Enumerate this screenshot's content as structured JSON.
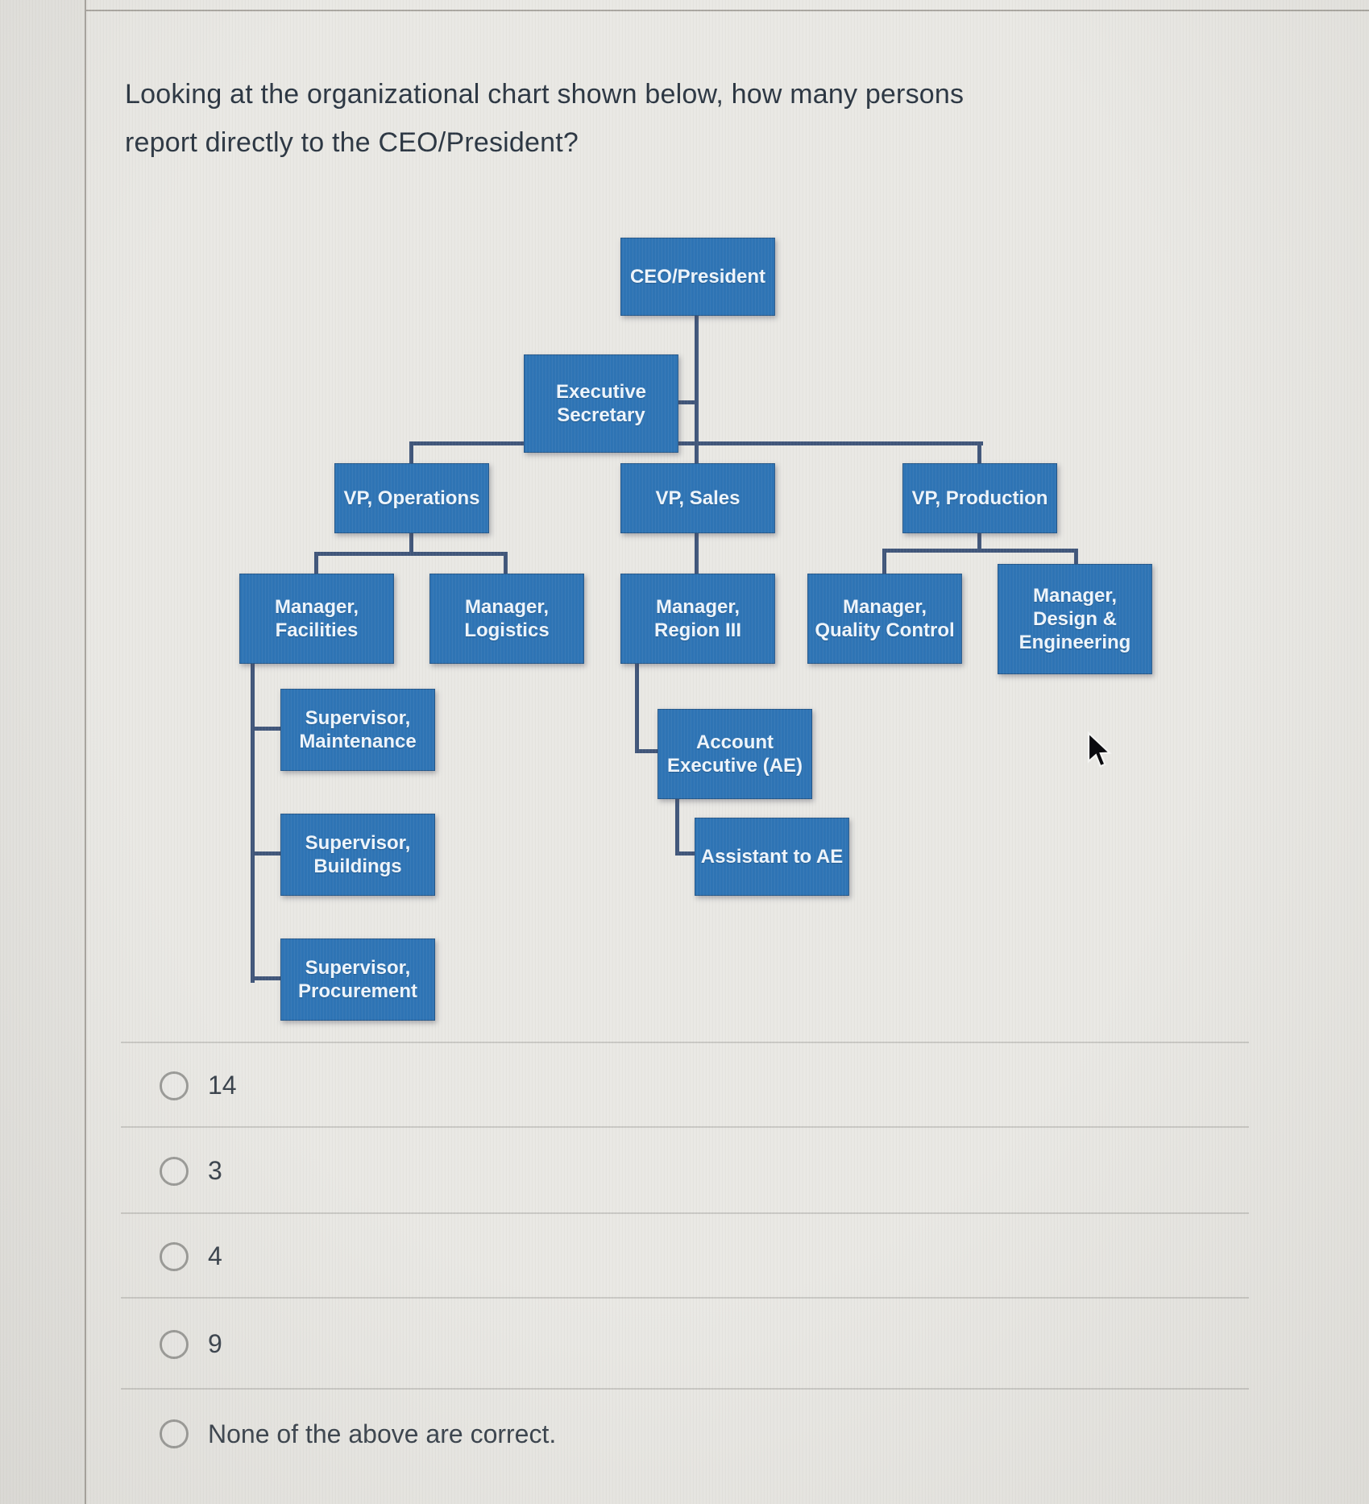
{
  "question": {
    "line1": "Looking at the organizational chart shown below, how many persons",
    "line2": "report directly to the CEO/President?"
  },
  "org_chart": {
    "nodes": [
      {
        "id": "ceo",
        "label": "CEO/President",
        "reports_to": null
      },
      {
        "id": "executive-secretary",
        "label": "Executive\nSecretary",
        "reports_to": "ceo"
      },
      {
        "id": "vp-operations",
        "label": "VP, Operations",
        "reports_to": "ceo"
      },
      {
        "id": "vp-sales",
        "label": "VP, Sales",
        "reports_to": "ceo"
      },
      {
        "id": "vp-production",
        "label": "VP, Production",
        "reports_to": "ceo"
      },
      {
        "id": "manager-facilities",
        "label": "Manager,\nFacilities",
        "reports_to": "vp-operations"
      },
      {
        "id": "manager-logistics",
        "label": "Manager,\nLogistics",
        "reports_to": "vp-operations"
      },
      {
        "id": "manager-region-iii",
        "label": "Manager,\nRegion III",
        "reports_to": "vp-sales"
      },
      {
        "id": "manager-quality-control",
        "label": "Manager,\nQuality Control",
        "reports_to": "vp-production"
      },
      {
        "id": "manager-design-engineering",
        "label": "Manager,\nDesign &\nEngineering",
        "reports_to": "vp-production"
      },
      {
        "id": "supervisor-maintenance",
        "label": "Supervisor,\nMaintenance",
        "reports_to": "manager-facilities"
      },
      {
        "id": "supervisor-buildings",
        "label": "Supervisor,\nBuildings",
        "reports_to": "manager-facilities"
      },
      {
        "id": "supervisor-procurement",
        "label": "Supervisor,\nProcurement",
        "reports_to": "manager-facilities"
      },
      {
        "id": "account-executive",
        "label": "Account\nExecutive (AE)",
        "reports_to": "manager-region-iii"
      },
      {
        "id": "assistant-to-ae",
        "label": "Assistant to AE",
        "reports_to": "account-executive"
      }
    ],
    "colors": {
      "node_fill": "#2e74b5",
      "node_text": "#eef5fc",
      "connector": "#40567a"
    }
  },
  "options": [
    {
      "label": "14",
      "selected": false
    },
    {
      "label": "3",
      "selected": false
    },
    {
      "label": "4",
      "selected": false
    },
    {
      "label": "9",
      "selected": false
    },
    {
      "label": "None of the above are correct.",
      "selected": false
    }
  ],
  "cursor": {
    "visible": true
  }
}
